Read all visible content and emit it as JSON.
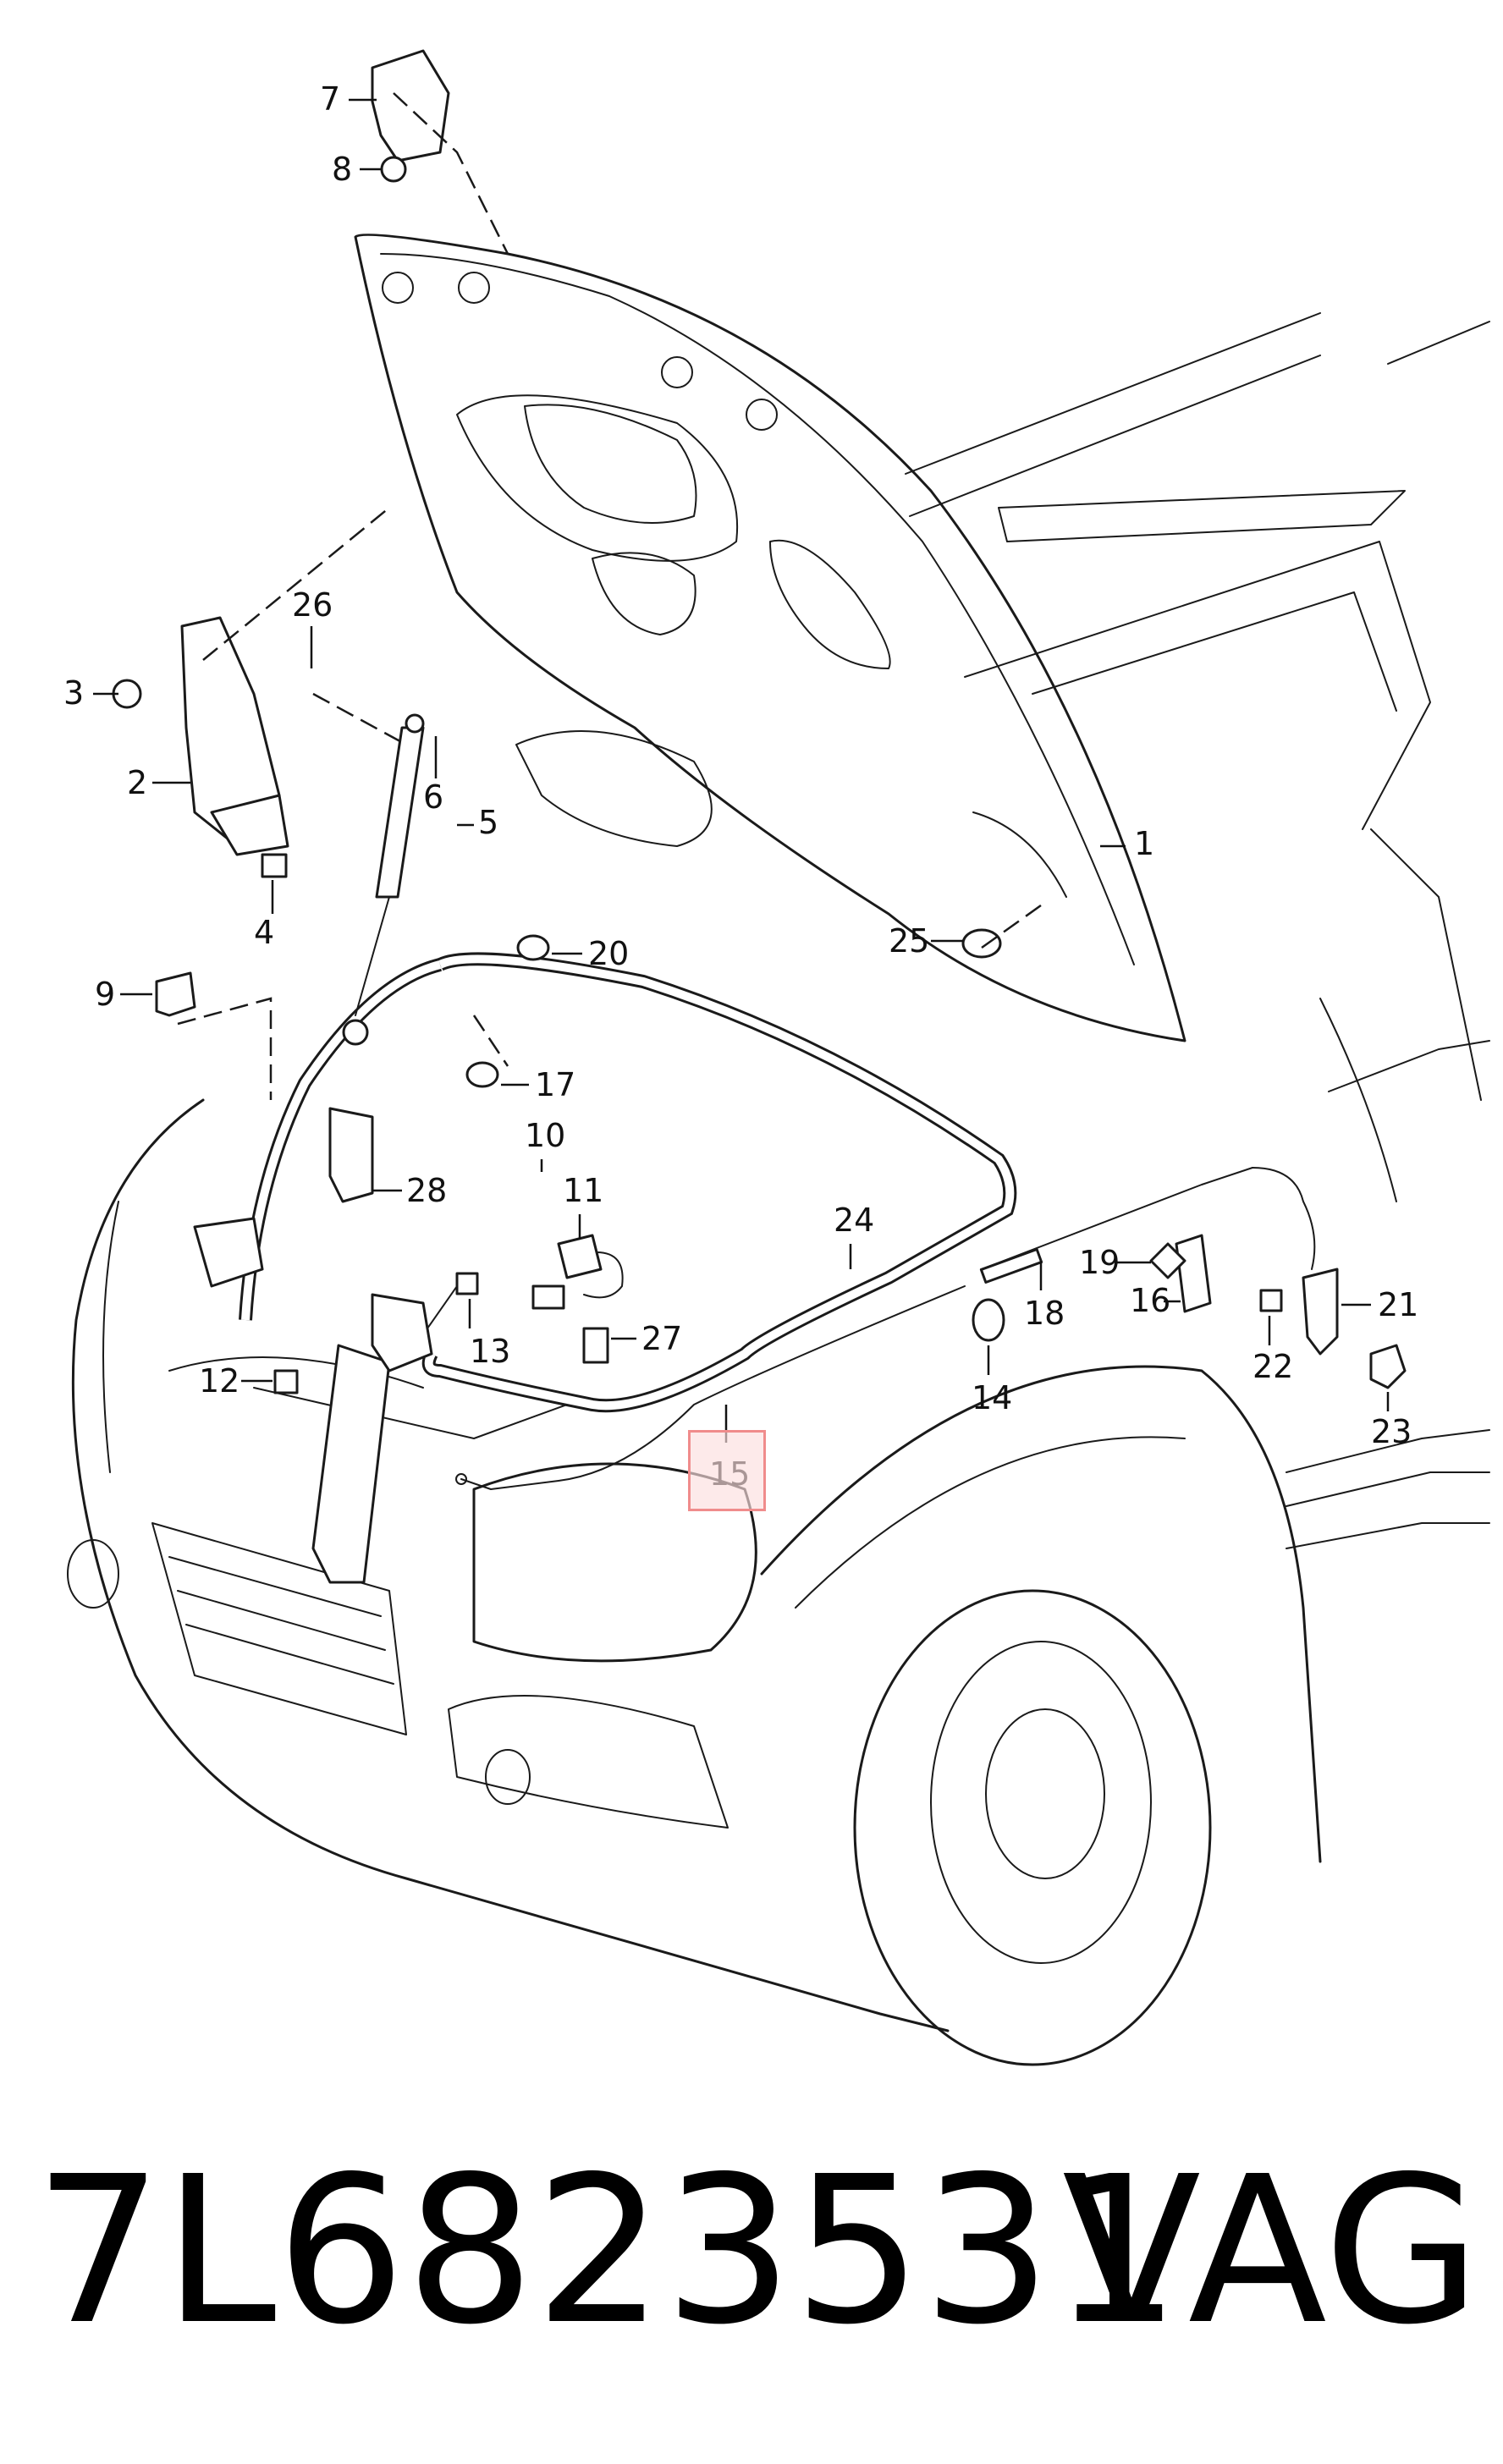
{
  "diagram": {
    "callouts": [
      {
        "id": "1",
        "label": "1"
      },
      {
        "id": "2",
        "label": "2"
      },
      {
        "id": "3",
        "label": "3"
      },
      {
        "id": "4",
        "label": "4"
      },
      {
        "id": "5",
        "label": "5"
      },
      {
        "id": "6",
        "label": "6"
      },
      {
        "id": "7",
        "label": "7"
      },
      {
        "id": "8",
        "label": "8"
      },
      {
        "id": "9",
        "label": "9"
      },
      {
        "id": "10",
        "label": "10"
      },
      {
        "id": "11",
        "label": "11"
      },
      {
        "id": "12",
        "label": "12"
      },
      {
        "id": "13",
        "label": "13"
      },
      {
        "id": "14",
        "label": "14"
      },
      {
        "id": "15",
        "label": "15"
      },
      {
        "id": "16",
        "label": "16"
      },
      {
        "id": "17",
        "label": "17"
      },
      {
        "id": "18",
        "label": "18"
      },
      {
        "id": "19",
        "label": "19"
      },
      {
        "id": "20",
        "label": "20"
      },
      {
        "id": "21",
        "label": "21"
      },
      {
        "id": "22",
        "label": "22"
      },
      {
        "id": "23",
        "label": "23"
      },
      {
        "id": "24",
        "label": "24"
      },
      {
        "id": "25",
        "label": "25"
      },
      {
        "id": "26",
        "label": "26"
      },
      {
        "id": "27",
        "label": "27"
      },
      {
        "id": "28",
        "label": "28"
      }
    ],
    "highlighted_callout": "15",
    "highlight_color": "#f08c8c"
  },
  "footer": {
    "part_number": "7L6823531",
    "brand": "VAG"
  }
}
